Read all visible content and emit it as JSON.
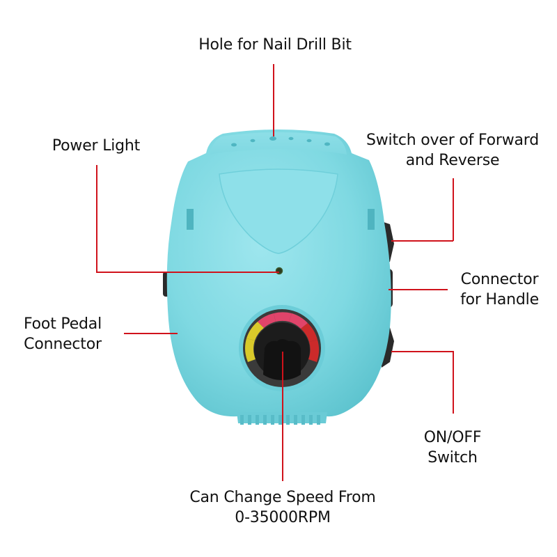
{
  "diagram": {
    "subject": "Electric nail drill control box",
    "colors": {
      "body": "#7fd9e2",
      "body_shadow": "#5cc3cf",
      "callout_line": "#d0121b",
      "knob": "#1c1c1c",
      "dial_yellow": "#d9c92a",
      "dial_pink": "#e0446a",
      "dial_red": "#cc2a2a"
    },
    "callouts": [
      {
        "id": "drill-bit-hole",
        "lines": [
          "Hole for Nail Drill Bit"
        ]
      },
      {
        "id": "power-light",
        "lines": [
          "Power Light"
        ]
      },
      {
        "id": "forward-reverse-switch",
        "lines": [
          "Switch over of Forward",
          "and Reverse"
        ]
      },
      {
        "id": "handle-connector",
        "lines": [
          "Connector",
          "for Handle"
        ]
      },
      {
        "id": "foot-pedal-connector",
        "lines": [
          "Foot Pedal",
          "Connector"
        ]
      },
      {
        "id": "on-off-switch",
        "lines": [
          "ON/OFF",
          "Switch"
        ]
      },
      {
        "id": "speed-knob",
        "lines": [
          "Can Change Speed From",
          "0-35000RPM"
        ]
      }
    ]
  }
}
